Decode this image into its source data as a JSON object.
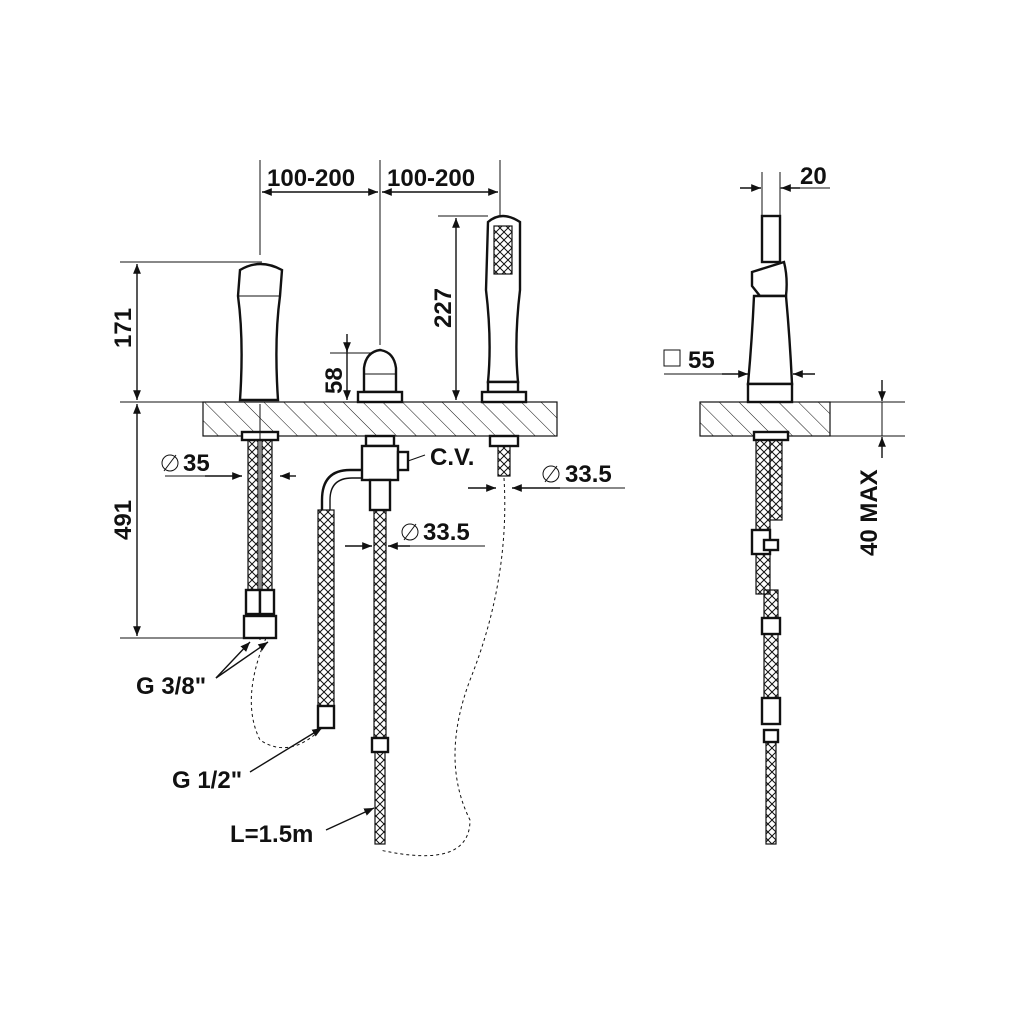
{
  "diagram": {
    "labels": {
      "spacing_left": "100-200",
      "spacing_right": "100-200",
      "width_side": "20",
      "height_spout": "171",
      "height_handshower": "227",
      "height_mixer": "58",
      "depth_below": "491",
      "square": "55",
      "thickness_max": "40 MAX",
      "diameter_spout": "35",
      "diameter_mixer": "33.5",
      "diameter_shower": "33.5",
      "check_valve": "C.V.",
      "thread_small": "G 3/8\"",
      "thread_large": "G 1/2\"",
      "hose_length": "L=1.5m"
    }
  }
}
